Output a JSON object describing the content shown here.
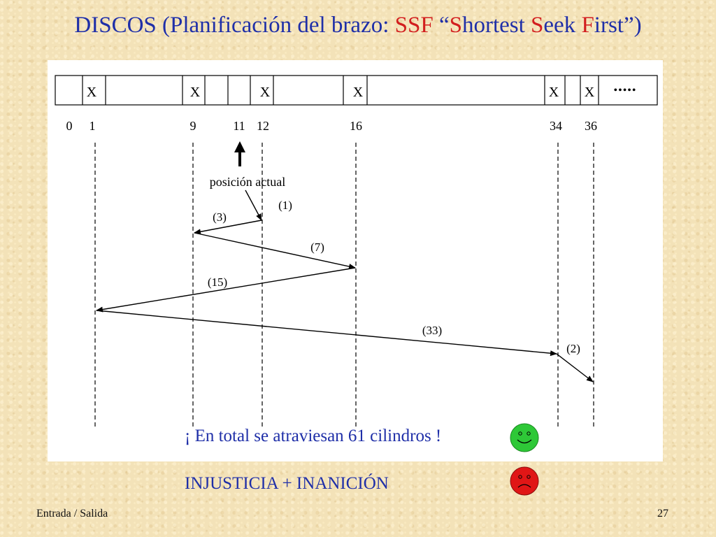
{
  "title": {
    "p1": "DISCOS (Planificación del brazo: ",
    "p2": "SSF",
    "p3": " “",
    "p4": "S",
    "p5": "hortest ",
    "p6": "S",
    "p7": "eek ",
    "p8": "F",
    "p9": "irst”)"
  },
  "diagram": {
    "cells": [
      "X",
      "X",
      "X",
      "X",
      "X",
      "X"
    ],
    "ellipsis": "•••••",
    "cylinders": [
      "0",
      "1",
      "9",
      "11",
      "12",
      "16",
      "34",
      "36"
    ],
    "current_position_label": "posición actual",
    "steps": [
      "(1)",
      "(3)",
      "(7)",
      "(15)",
      "(33)",
      "(2)"
    ]
  },
  "total_text": "¡ En total se atraviesan 61 cilindros !",
  "verdict_text": "INJUSTICIA + INANICIÓN",
  "footer_left": "Entrada / Salida",
  "page_number": "27",
  "colors": {
    "title_blue": "#1f2fa8",
    "title_red": "#d21e1e",
    "happy_face": "#2ec837",
    "sad_face": "#e01616"
  },
  "icons": {
    "happy": "happy-face-icon",
    "sad": "sad-face-icon",
    "arrow": "arrow-up-icon"
  }
}
